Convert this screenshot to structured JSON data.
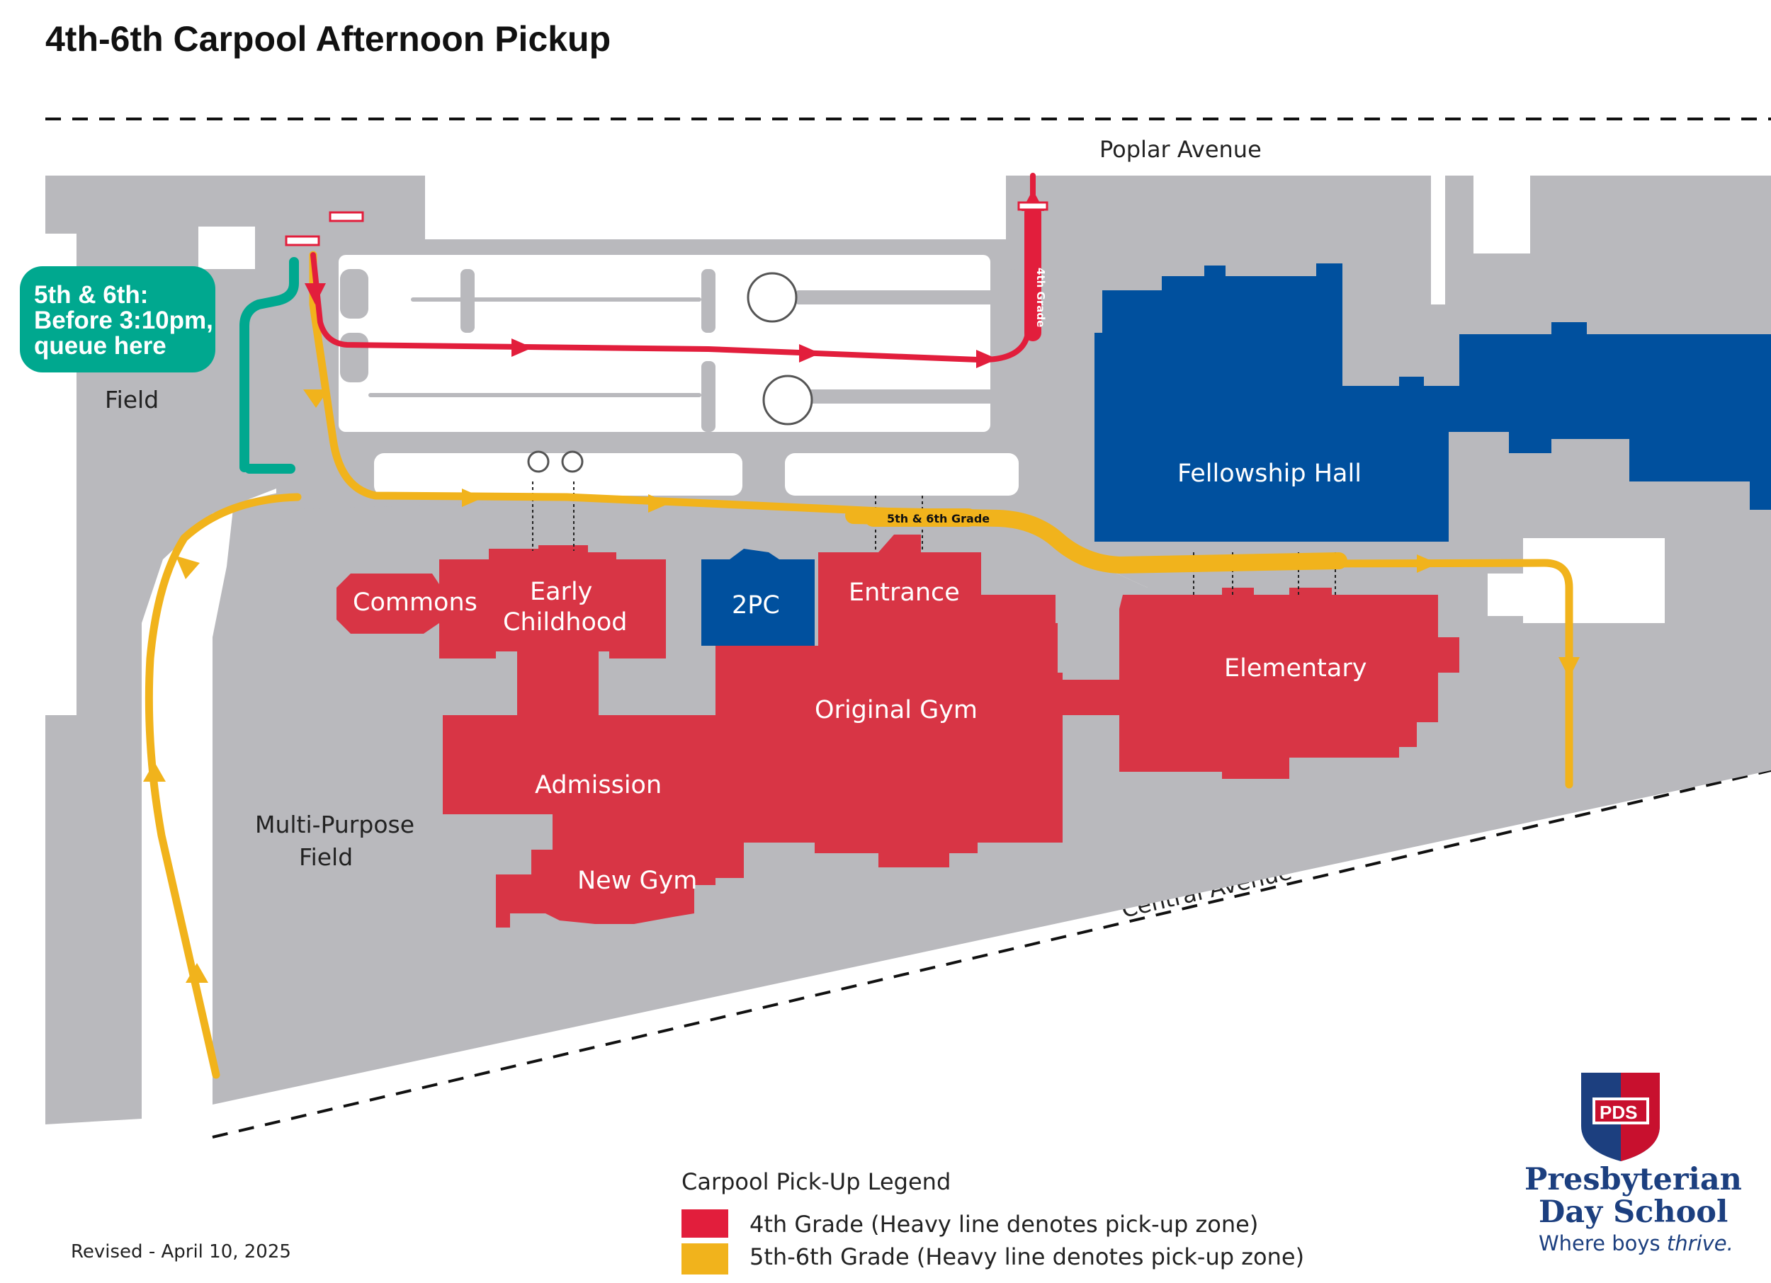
{
  "title": "4th-6th Carpool Afternoon Pickup",
  "streets": {
    "north": "Poplar Avenue",
    "south": "Central Avenue"
  },
  "fields": {
    "west": "Field",
    "multi_purpose_line1": "Multi-Purpose",
    "multi_purpose_line2": "Field"
  },
  "buildings": {
    "fellowship_hall": "Fellowship Hall",
    "commons": "Commons",
    "early_childhood_line1": "Early",
    "early_childhood_line2": "Childhood",
    "two_pc": "2PC",
    "entrance": "Entrance",
    "elementary": "Elementary",
    "original_gym": "Original Gym",
    "admission": "Admission",
    "new_gym": "New Gym"
  },
  "route_labels": {
    "fourth_grade": "4th Grade",
    "fifth_sixth_grade": "5th & 6th Grade"
  },
  "callout": {
    "line1": "5th & 6th:",
    "line2": "Before 3:10pm,",
    "line3": "queue here"
  },
  "legend": {
    "title": "Carpool Pick-Up Legend",
    "items": [
      {
        "label": "4th Grade (Heavy line denotes pick-up zone)",
        "color": "#e21e3c"
      },
      {
        "label": "5th-6th Grade (Heavy line denotes pick-up zone)",
        "color": "#f1b31c"
      }
    ]
  },
  "revised": "Revised - April 10, 2025",
  "logo": {
    "badge": "PDS",
    "name_line1": "Presbyterian",
    "name_line2": "Day School",
    "tagline_prefix": "Where boys ",
    "tagline_emphasis": "thrive."
  },
  "colors": {
    "ground": "#b9b9bd",
    "school_red": "#d83545",
    "fellowship_blue": "#00509e",
    "route_red": "#e21e3c",
    "route_yellow": "#f1b31c",
    "queue_green": "#00a88f"
  }
}
